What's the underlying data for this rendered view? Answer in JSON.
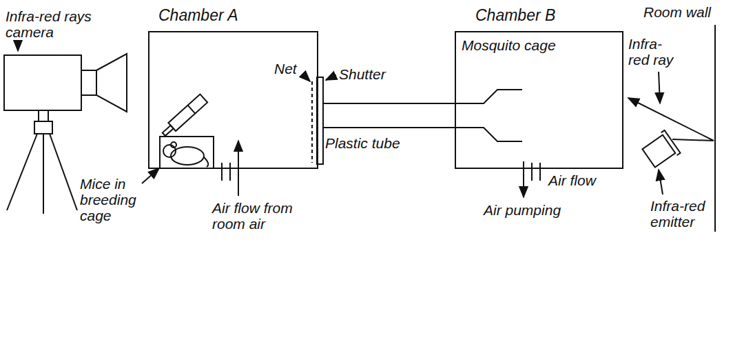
{
  "diagram": {
    "nodes": [
      {
        "text": [
          "Chamber A"
        ]
      },
      {
        "text": [
          "Chamber B"
        ]
      }
    ],
    "labels": [
      "Infra-red rays camera",
      "Shutter",
      "Net",
      "Mice in breeding cage",
      "Air flow from room air",
      "Plastic tube",
      "Mosquito cage",
      "Air flow",
      "Air pumping",
      "Room wall",
      "Infra-red ray",
      "Infra-red emitter"
    ]
  }
}
